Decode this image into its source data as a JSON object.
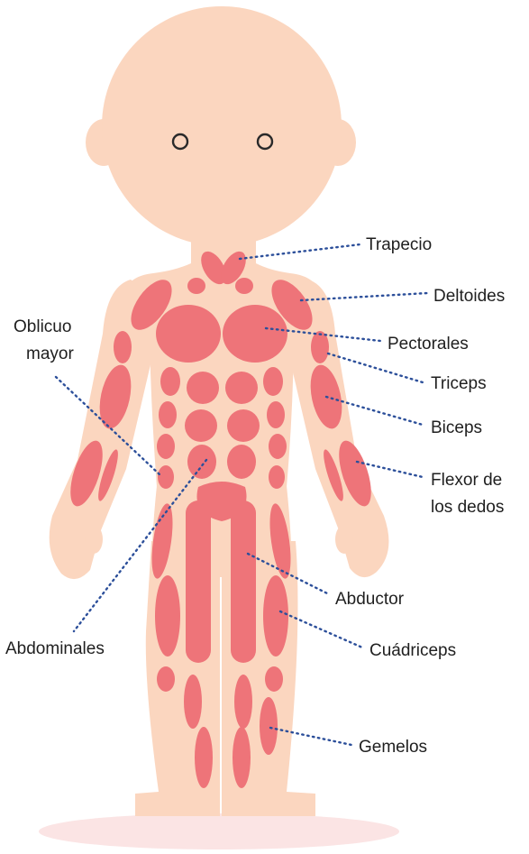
{
  "colors": {
    "skin": "#fbd6bf",
    "muscle": "#ee7479",
    "shadow": "#fbe4e4",
    "eye": "#2a2a2a",
    "leader": "#2c4f9a",
    "label": "#1f1f1f"
  },
  "labels": {
    "trapecio": "Trapecio",
    "deltoides": "Deltoides",
    "pectorales": "Pectorales",
    "triceps": "Triceps",
    "biceps": "Biceps",
    "flexor_line1": "Flexor de",
    "flexor_line2": "los dedos",
    "abductor": "Abductor",
    "cuadriceps": "Cuádriceps",
    "gemelos": "Gemelos",
    "oblicuo_line1": "Oblicuo",
    "oblicuo_line2": "mayor",
    "abdominales": "Abdominales"
  }
}
